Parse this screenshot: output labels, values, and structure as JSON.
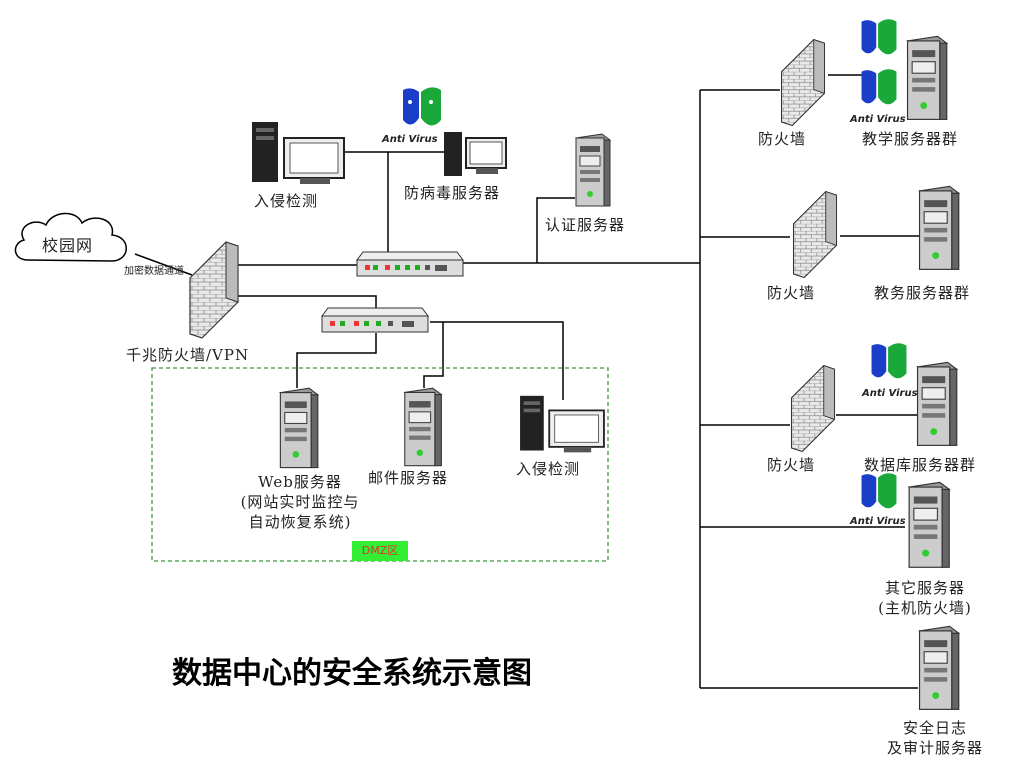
{
  "title": "数据中心的安全系统示意图",
  "nodes": {
    "campus_net": "校园网",
    "encrypted_channel": "加密数据通道",
    "gigabit_firewall_vpn": "千兆防火墙/VPN",
    "intrusion_detection_top": "入侵检测",
    "antivirus_server": "防病毒服务器",
    "auth_server": "认证服务器",
    "web_server_line1": "Web服务器",
    "web_server_line2": "(网站实时监控与",
    "web_server_line3": "自动恢复系统)",
    "mail_server": "邮件服务器",
    "intrusion_detection_dmz": "入侵检测",
    "dmz_label": "DMZ区",
    "firewall_1": "防火墙",
    "teaching_servers": "教学服务器群",
    "firewall_2": "防火墙",
    "academic_servers": "教务服务器群",
    "firewall_3": "防火墙",
    "database_servers": "数据库服务器群",
    "other_servers_line1": "其它服务器",
    "other_servers_line2": "(主机防火墙)",
    "log_server_line1": "安全日志",
    "log_server_line2": "及审计服务器"
  },
  "antivirus_label": "Anti Virus",
  "colors": {
    "wire": "#000000",
    "dmz_border": "#3a9a3a",
    "dmz_badge": "#33ee33",
    "shield_blue": "#1b3ec9",
    "shield_green": "#1aa83a"
  }
}
